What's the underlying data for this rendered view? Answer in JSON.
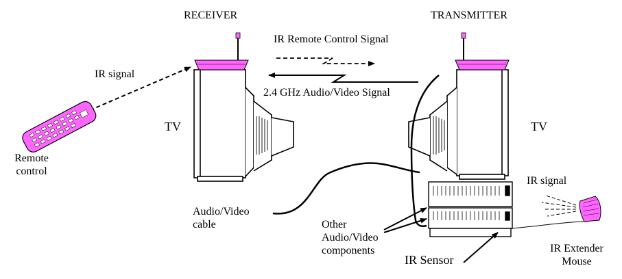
{
  "labels": {
    "receiver": "RECEIVER",
    "transmitter": "TRANSMITTER",
    "ir_remote_control_signal": "IR Remote Control Signal",
    "av_signal": "2.4 GHz Audio/Video Signal",
    "ir_signal_left": "IR signal",
    "tv_left": "TV",
    "tv_right": "TV",
    "remote_line1": "Remote",
    "remote_line2": "control",
    "av_cable_line1": "Audio/Video",
    "av_cable_line2": "cable",
    "other_line1": "Other",
    "other_line2": "Audio/Video",
    "other_line3": "components",
    "ir_sensor": "IR Sensor",
    "ir_signal_right": "IR signal",
    "extender_line1": "IR Extender",
    "extender_line2": "Mouse"
  },
  "colors": {
    "device_accent": "#ff66ff",
    "line": "#000000",
    "background": "#ffffff"
  }
}
